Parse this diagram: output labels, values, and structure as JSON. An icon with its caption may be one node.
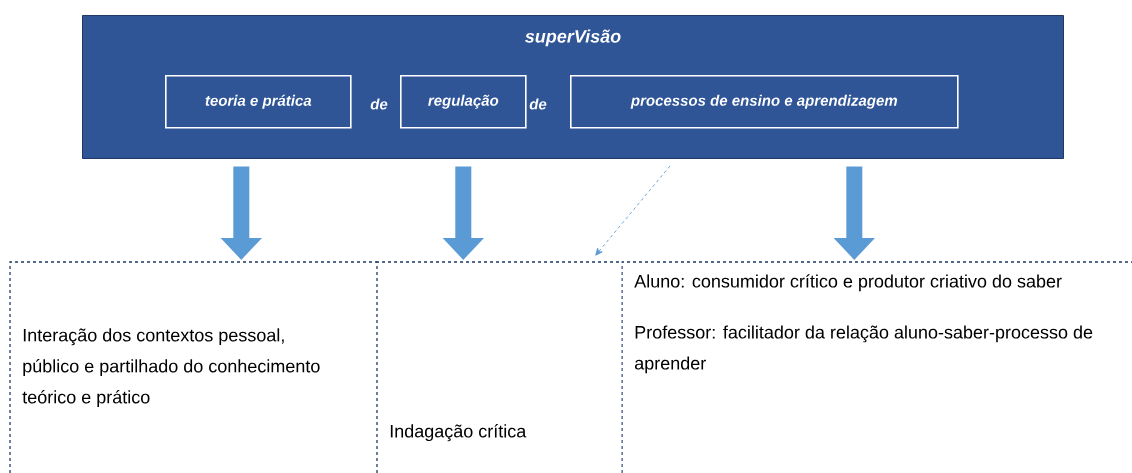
{
  "diagram": {
    "nodes": [
      {
        "text": [
          "superVisão"
        ]
      },
      {
        "text": [
          "teoria e prática"
        ],
        "in": 0
      },
      {
        "text": [
          "regulação"
        ],
        "in": 0
      },
      {
        "text": [
          "processos de ensino e aprendizagem"
        ],
        "in": 0
      },
      {
        "text": [
          "Interação dos contextos pessoal, público e partilhado do conhecimento teórico e prático"
        ]
      },
      {
        "text": [
          "Indagação crítica"
        ]
      },
      {
        "text": [
          "Aluno: consumidor crítico e produtor criativo do saber",
          "Professor: facilitador da relação aluno-saber-processo de aprender"
        ]
      }
    ],
    "edges": [
      {
        "from": 1,
        "to": 4,
        "arrow": "to"
      },
      {
        "from": 2,
        "to": 5,
        "arrow": "to"
      },
      {
        "from": 3,
        "to": 6,
        "arrow": "to"
      },
      {
        "from": 0,
        "to": 5,
        "arrow": "to",
        "style": "dashed"
      }
    ],
    "labels": [
      "de",
      "de"
    ]
  }
}
